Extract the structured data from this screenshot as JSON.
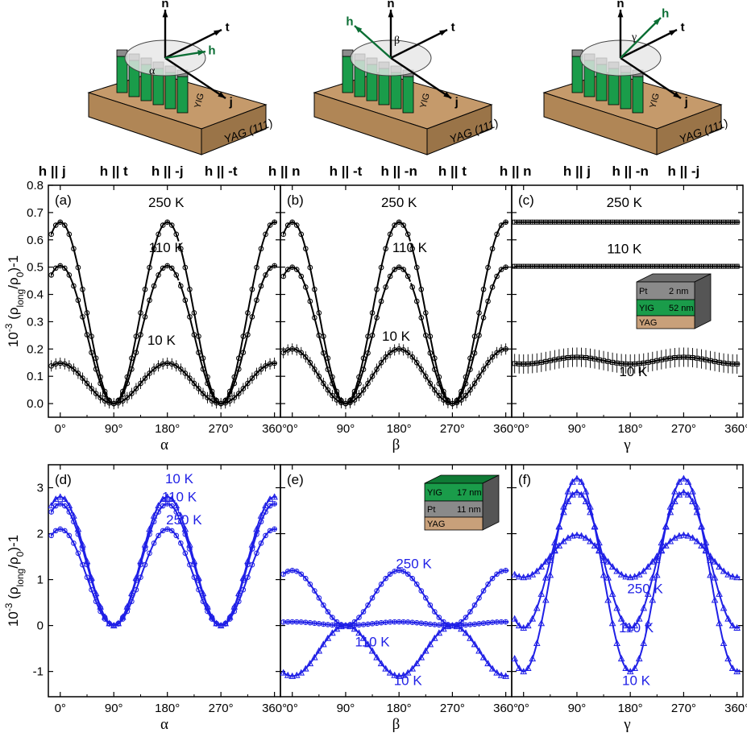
{
  "chart_data": [
    {
      "panel": "(a)",
      "type": "line",
      "color": "#000000",
      "marker": "circle",
      "xlabel": "α",
      "ylabel": "10^-3 (ρlong/ρ0)-1",
      "xlim": [
        -20,
        370
      ],
      "ylim": [
        -0.05,
        0.8
      ],
      "xticks": [
        "0°",
        "90°",
        "180°",
        "270°",
        "360°"
      ],
      "yticks": [
        "0.0",
        "0.1",
        "0.2",
        "0.3",
        "0.4",
        "0.5",
        "0.6",
        "0.7",
        "0.8"
      ],
      "header": [
        "h || j",
        "h || t",
        "h || -j",
        "h || -t"
      ],
      "series": [
        {
          "name": "250 K",
          "model": "cos2",
          "offset": 0,
          "amp": 0.665,
          "phase": 0,
          "jump": 200
        },
        {
          "name": "110 K",
          "model": "cos2",
          "offset": 0,
          "amp": 0.505,
          "phase": 0,
          "jump": 200
        },
        {
          "name": "10 K",
          "model": "cos2",
          "offset": 0,
          "amp": 0.148,
          "phase": 0,
          "jump": 200
        }
      ],
      "labels": [
        {
          "text": "250 K",
          "x": 178,
          "y": 0.72
        },
        {
          "text": "110 K",
          "x": 178,
          "y": 0.555
        },
        {
          "text": "10 K",
          "x": 170,
          "y": 0.215
        }
      ]
    },
    {
      "panel": "(b)",
      "type": "line",
      "color": "#000000",
      "marker": "circle",
      "xlabel": "β",
      "xlim": [
        -20,
        370
      ],
      "ylim": [
        -0.05,
        0.8
      ],
      "xticks": [
        "0°",
        "90°",
        "180°",
        "270°",
        "360°"
      ],
      "header": [
        "h || n",
        "h || -t",
        "h || -n",
        "h || t"
      ],
      "series": [
        {
          "name": "250 K",
          "model": "cos2",
          "offset": 0,
          "amp": 0.665,
          "phase": 0,
          "jump": 200
        },
        {
          "name": "110 K",
          "model": "cos2",
          "offset": 0,
          "amp": 0.5,
          "phase": 0,
          "jump": 200
        },
        {
          "name": "10 K",
          "model": "cos2",
          "offset": 0,
          "amp": 0.2,
          "phase": 0,
          "jump": 200
        }
      ],
      "labels": [
        {
          "text": "250 K",
          "x": 180,
          "y": 0.72
        },
        {
          "text": "110 K",
          "x": 198,
          "y": 0.555
        },
        {
          "text": "10 K",
          "x": 175,
          "y": 0.23
        }
      ]
    },
    {
      "panel": "(c)",
      "type": "line",
      "color": "#000000",
      "marker": "square",
      "xlabel": "γ",
      "xlim": [
        -20,
        370
      ],
      "ylim": [
        -0.05,
        0.8
      ],
      "xticks": [
        "0°",
        "90°",
        "180°",
        "270°",
        "360°"
      ],
      "header": [
        "h || n",
        "h || j",
        "h || -n",
        "h || -j"
      ],
      "series": [
        {
          "name": "250 K",
          "model": "const",
          "offset": 0.665,
          "amp": 0,
          "phase": 0,
          "jump": 400
        },
        {
          "name": "110 K",
          "model": "const",
          "offset": 0.503,
          "amp": 0,
          "phase": 0,
          "jump": 400
        },
        {
          "name": "10 K",
          "model": "cos2",
          "offset": 0.17,
          "amp": -0.025,
          "phase": 0,
          "jump": 400
        }
      ],
      "labels": [
        {
          "text": "250 K",
          "x": 170,
          "y": 0.72
        },
        {
          "text": "110 K",
          "x": 170,
          "y": 0.55
        },
        {
          "text": "10 K",
          "x": 185,
          "y": 0.1
        }
      ],
      "inset": {
        "layers": [
          "Pt",
          "YIG",
          "YAG"
        ],
        "thicknesses": [
          "2 nm",
          "52 nm"
        ]
      }
    },
    {
      "panel": "(d)",
      "type": "line",
      "color": "#1f1fe6",
      "marker": "circle",
      "xlabel": "α",
      "ylabel": "10^-3 (ρlong/ρ0)-1",
      "xlim": [
        -20,
        370
      ],
      "ylim": [
        -1.55,
        3.5
      ],
      "xticks": [
        "0°",
        "90°",
        "180°",
        "270°",
        "360°"
      ],
      "yticks": [
        "-1",
        "0",
        "1",
        "2",
        "3"
      ],
      "series": [
        {
          "name": "10 K",
          "model": "cos2",
          "offset": 0,
          "amp": 2.8,
          "phase": 0,
          "jump": 200
        },
        {
          "name": "110 K",
          "model": "cos2",
          "offset": 0,
          "amp": 2.65,
          "phase": 0,
          "jump": 200
        },
        {
          "name": "250 K",
          "model": "cos2",
          "offset": 0,
          "amp": 2.1,
          "phase": 0,
          "jump": 200
        }
      ],
      "labels": [
        {
          "text": "10 K",
          "x": 200,
          "y": 3.1
        },
        {
          "text": "110 K",
          "x": 200,
          "y": 2.7
        },
        {
          "text": "250 K",
          "x": 208,
          "y": 2.2
        }
      ]
    },
    {
      "panel": "(e)",
      "type": "line",
      "color": "#1f1fe6",
      "marker": "circle",
      "xlabel": "β",
      "xlim": [
        -20,
        370
      ],
      "ylim": [
        -1.55,
        3.5
      ],
      "xticks": [
        "0°",
        "90°",
        "180°",
        "270°",
        "360°"
      ],
      "series": [
        {
          "name": "250 K",
          "model": "cos2",
          "offset": 0,
          "amp": 1.2,
          "phase": 0,
          "jump": 400
        },
        {
          "name": "110 K",
          "model": "cos2",
          "offset": 0,
          "amp": 0.08,
          "phase": 0,
          "jump": 400
        },
        {
          "name": "10 K",
          "model": "cos2",
          "offset": 0,
          "amp": -1.1,
          "phase": 0,
          "jump": 400
        }
      ],
      "labels": [
        {
          "text": "250 K",
          "x": 205,
          "y": 1.25
        },
        {
          "text": "110 K",
          "x": 135,
          "y": -0.45
        },
        {
          "text": "10 K",
          "x": 195,
          "y": -1.3
        }
      ],
      "inset": {
        "layers": [
          "YIG",
          "Pt",
          "YAG"
        ],
        "thicknesses": [
          "17 nm",
          "11 nm"
        ]
      }
    },
    {
      "panel": "(f)",
      "type": "line",
      "color": "#1f1fe6",
      "marker": "triangle",
      "xlabel": "γ",
      "xlim": [
        -20,
        370
      ],
      "ylim": [
        -1.55,
        3.5
      ],
      "xticks": [
        "0°",
        "90°",
        "180°",
        "270°",
        "360°"
      ],
      "series": [
        {
          "name": "10 K",
          "model": "sin2",
          "offset": -1.0,
          "amp": 4.2,
          "phase": 0,
          "jump": 205
        },
        {
          "name": "110 K",
          "model": "sin2",
          "offset": -0.05,
          "amp": 2.95,
          "phase": 0,
          "jump": 205
        },
        {
          "name": "250 K",
          "model": "sin2",
          "offset": 1.05,
          "amp": 0.92,
          "phase": 0,
          "jump": 205
        }
      ],
      "labels": [
        {
          "text": "250 K",
          "x": 205,
          "y": 0.7
        },
        {
          "text": "110 K",
          "x": 190,
          "y": -0.15
        },
        {
          "text": "10 K",
          "x": 190,
          "y": -1.3
        }
      ]
    }
  ],
  "diagrams": [
    {
      "angle": "α",
      "axes": [
        "n",
        "t",
        "h",
        "j"
      ],
      "substrate": "YAG (111)",
      "film": "YIG"
    },
    {
      "angle": "β",
      "axes": [
        "n",
        "t",
        "h",
        "j"
      ],
      "substrate": "YAG (111)",
      "film": "YIG"
    },
    {
      "angle": "γ",
      "axes": [
        "n",
        "t",
        "h",
        "j"
      ],
      "substrate": "YAG (111)",
      "film": "YIG"
    }
  ]
}
